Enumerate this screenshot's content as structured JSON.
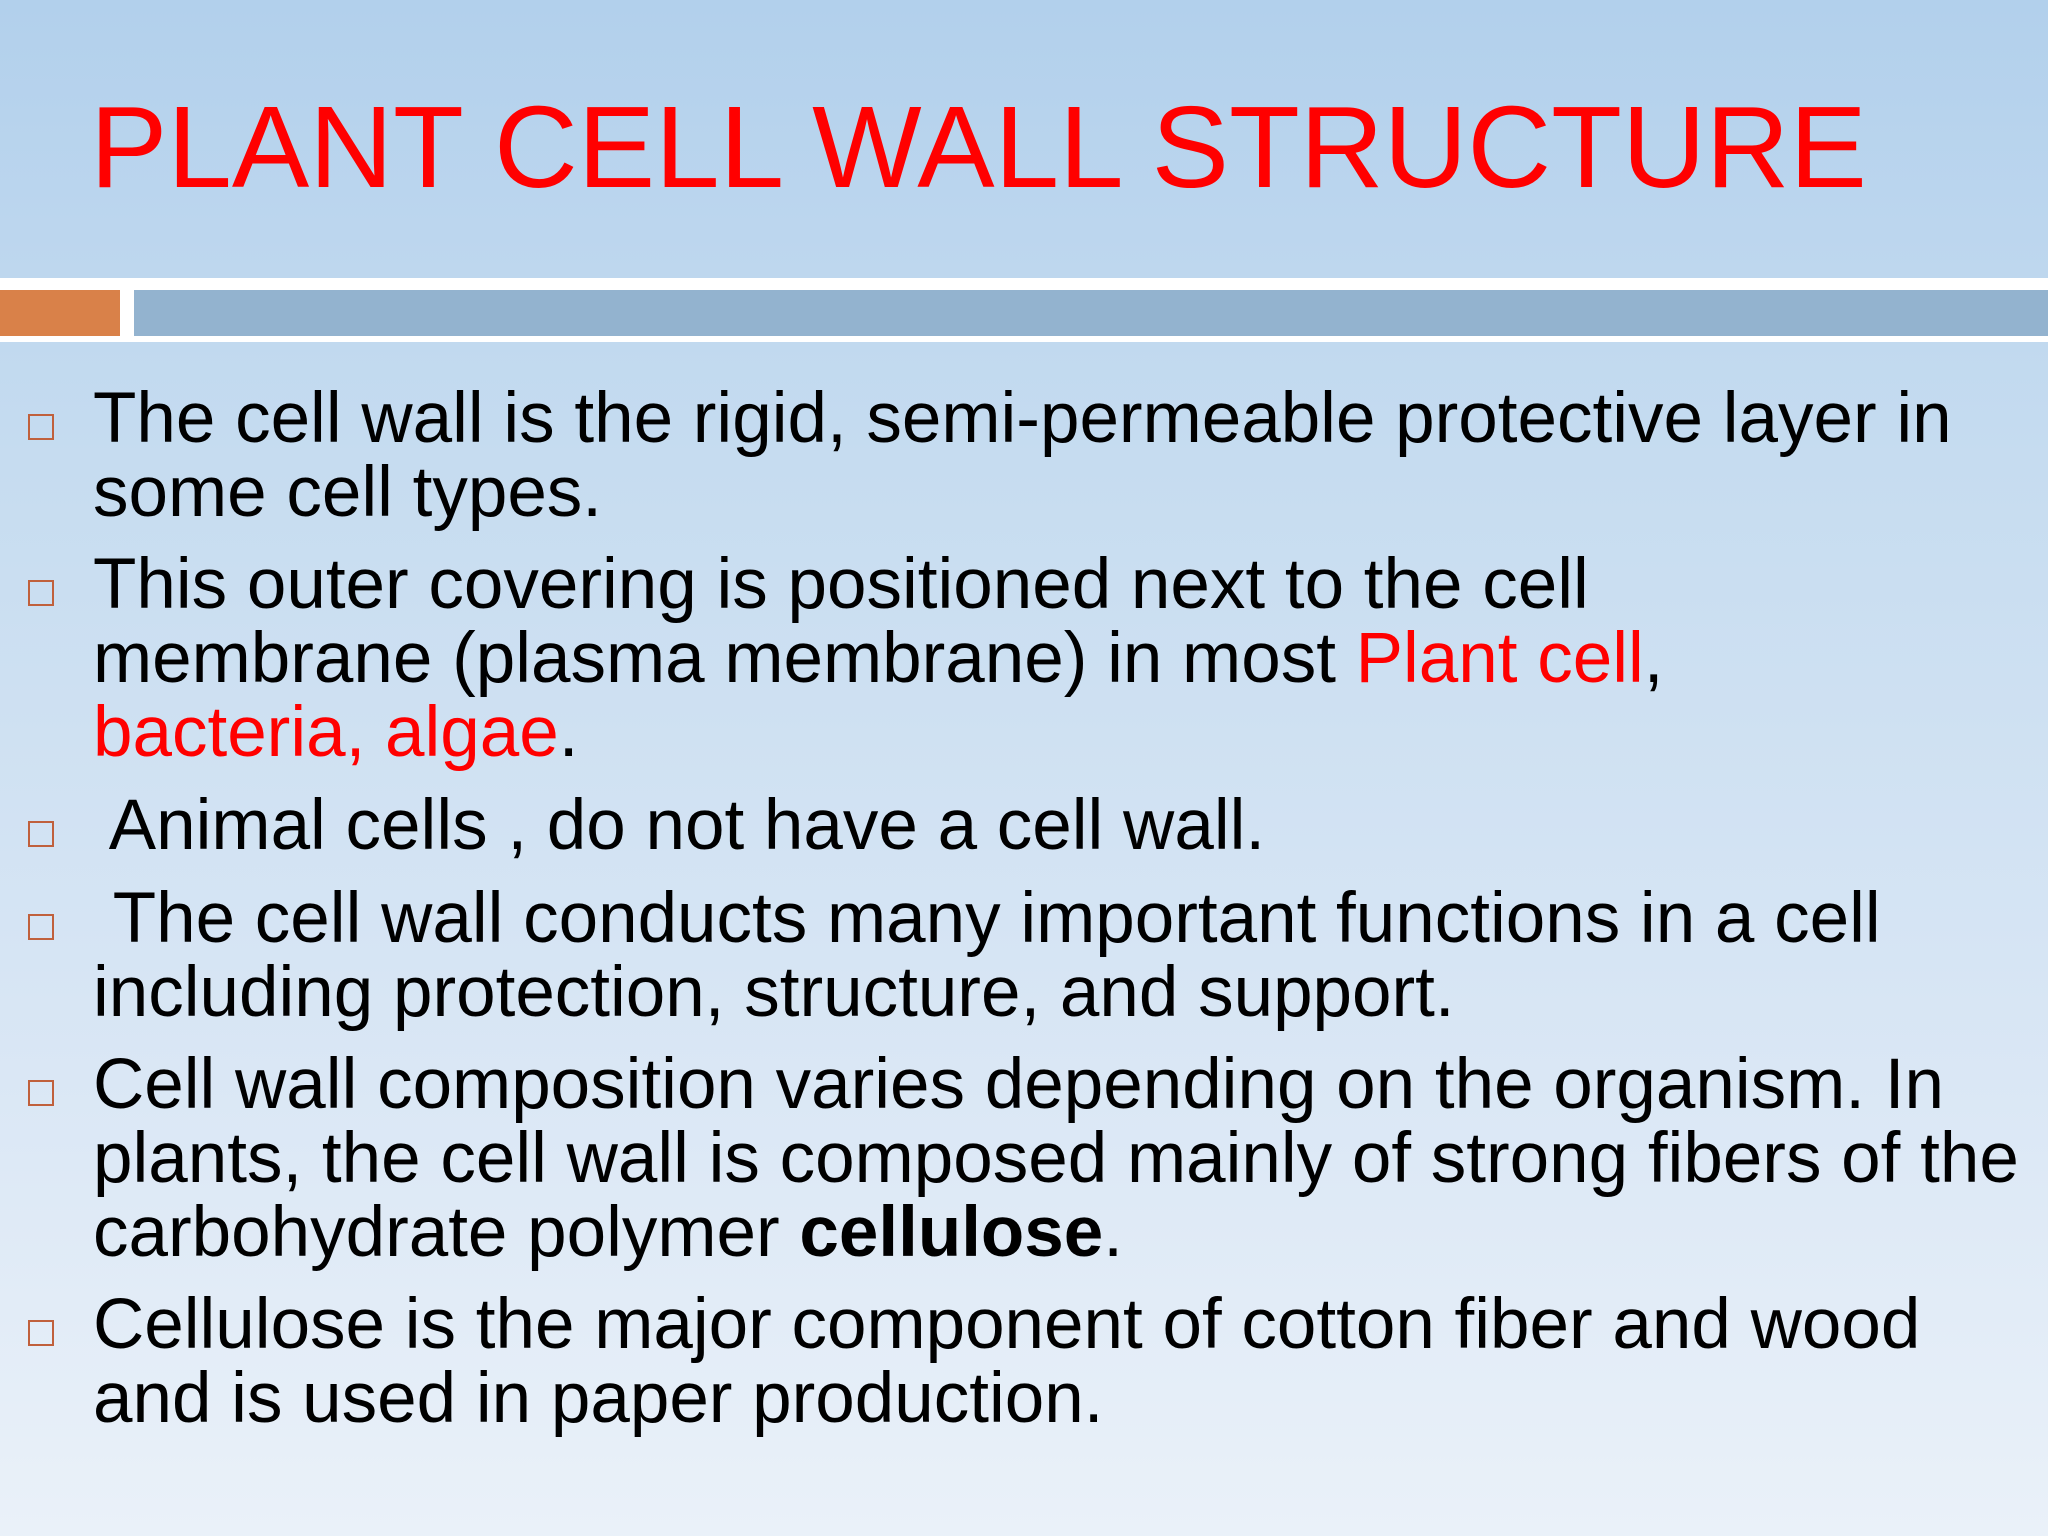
{
  "slide": {
    "title": "PLANT CELL WALL STRUCTURE",
    "colors": {
      "title": "#ff0000",
      "highlight": "#ff0000",
      "text": "#000000",
      "accent_block": "#d98149",
      "divider_bar": "#93b3cf",
      "bullet_marker": "#c0603c"
    },
    "bullet_icon": "hollow-square",
    "bullets": [
      {
        "text": "The cell wall is the rigid, semi-permeable protective layer in some cell types."
      },
      {
        "text_a": "This outer covering is positioned next to the cell membrane (plasma membrane) in most ",
        "red_a": "Plant cell",
        "text_b": ", ",
        "red_b": "bacteria, algae",
        "text_c": "."
      },
      {
        "text": " Animal cells , do not have a cell wall."
      },
      {
        "text": " The cell wall conducts many important functions in a cell including protection, structure, and support."
      },
      {
        "text_a": "Cell wall composition varies depending on the organism. In plants, the cell wall is composed mainly of strong fibers of the carbohydrate polymer ",
        "bold": "cellulose",
        "text_b": "."
      },
      {
        "text": "Cellulose is the major component of cotton fiber and wood and is used in paper production."
      }
    ]
  }
}
